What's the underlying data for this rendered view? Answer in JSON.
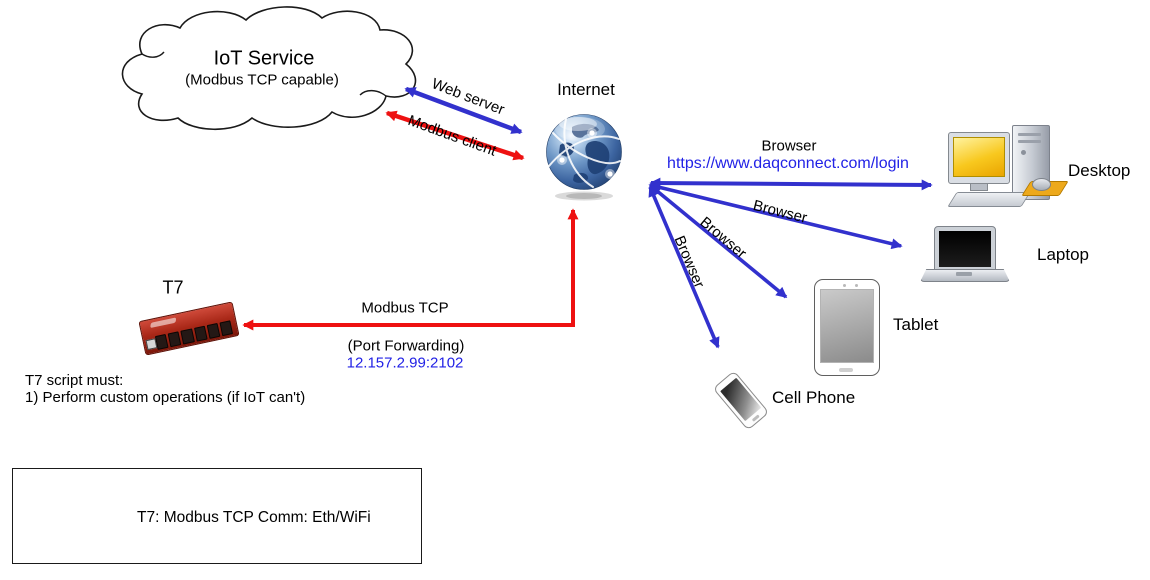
{
  "colors": {
    "arrow_blue": "#3231cd",
    "arrow_red": "#ee1111",
    "link_text_blue": "#2222e6",
    "text_black": "#000000",
    "background": "#ffffff"
  },
  "cloud": {
    "title": "IoT Service",
    "subtitle": "(Modbus TCP capable)"
  },
  "internet": {
    "label": "Internet"
  },
  "arrows": {
    "web_server_label": "Web server",
    "modbus_client_label": "Modbus client",
    "modbus_tcp_label": "Modbus TCP",
    "port_forwarding_label": "(Port Forwarding)",
    "port_forwarding_address": "12.157.2.99:2102",
    "browser_desktop_label": "Browser",
    "browser_desktop_url": "https://www.daqconnect.com/login",
    "browser_laptop_label": "Browser",
    "browser_tablet_label": "Browser",
    "browser_phone_label": "Browser"
  },
  "devices": {
    "t7": {
      "label": "T7"
    },
    "desktop": {
      "label": "Desktop"
    },
    "laptop": {
      "label": "Laptop"
    },
    "tablet": {
      "label": "Tablet"
    },
    "cell_phone": {
      "label": "Cell Phone"
    }
  },
  "t7_notes": {
    "line1": "T7 script must:",
    "line2": "1) Perform custom operations (if IoT can't)"
  },
  "legend": {
    "item1": "T7: Modbus TCP Comm: Eth/WiFi"
  }
}
